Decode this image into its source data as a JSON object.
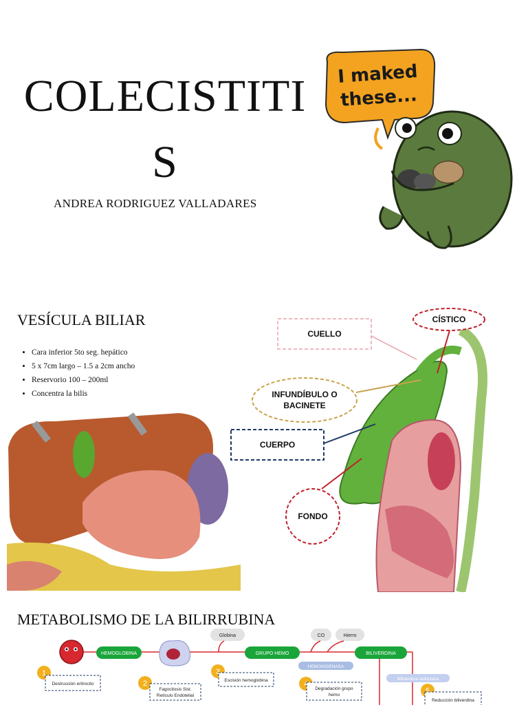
{
  "slide1": {
    "title": "COLECISTITIS",
    "author": "ANDREA RODRIGUEZ VALLADARES",
    "cartoon": {
      "speech_line1": "I maked",
      "speech_line2": "these...",
      "color_gallbladder": "#5b7a3e",
      "color_bubble": "#f3a320"
    }
  },
  "slide2": {
    "title": "VESÍCULA BILIAR",
    "bullets": [
      "Cara inferior 5to seg. hepático",
      "5 x 7cm largo – 1.5 a 2cm ancho",
      "Reservorio 100 – 200ml",
      "Concentra la bilis"
    ],
    "labels": {
      "cuello": "CUELLO",
      "cistico": "CÍSTICO",
      "infundibulo": "INFUNDÍBULO O BACINETE",
      "cuerpo": "CUERPO",
      "fondo": "FONDO"
    }
  },
  "slide3": {
    "title": "METABOLISMO DE LA BILIRRUBINA",
    "nodes": {
      "hemoglobina": "HEMOGLOBINA",
      "grupo_hemo": "GRUPO HEMO",
      "biliverdina": "BILIVERDINA",
      "globina": "Globina",
      "co": "CO",
      "hierro": "Hierro",
      "hemoxigenasa": "HEMOXIGENASA",
      "biliverdina_reductasa": "Biliverdina reductasa"
    },
    "steps": [
      {
        "num": "1",
        "text": "Destrucción eritrocito"
      },
      {
        "num": "2",
        "text_line1": "Fagocitosis Sist.",
        "text_line2": "Retículo Endotelial"
      },
      {
        "num": "3",
        "text": "Escisión hemoglobina"
      },
      {
        "num": "4",
        "text_line1": "Degradación grupo",
        "text_line2": "hemo"
      },
      {
        "num": "5",
        "text": "Reducción biliverdina"
      }
    ],
    "colors": {
      "green": "#1aa53a",
      "red": "#d7282f",
      "step": "#f2b01e",
      "dashed": "#1f3864"
    }
  }
}
